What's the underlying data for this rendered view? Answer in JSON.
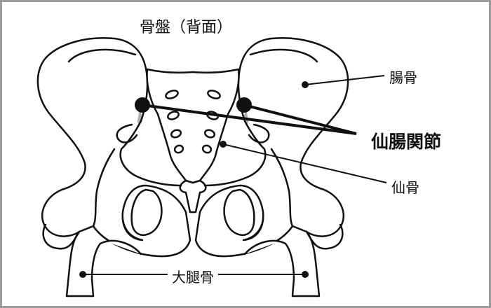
{
  "title": "骨盤（背面）",
  "labels": {
    "ilium": "腸骨",
    "sacroiliac_joint": "仙腸関節",
    "sacrum": "仙骨",
    "femur": "大腿骨"
  },
  "colors": {
    "border": "#9a9a9a",
    "line": "#111111",
    "joint_highlight": "#b0b0b0"
  }
}
